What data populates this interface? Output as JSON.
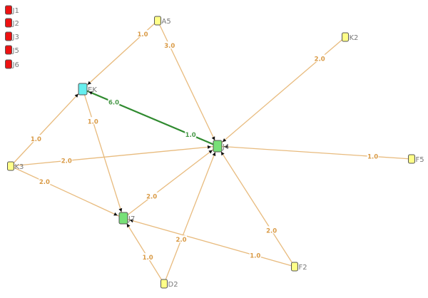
{
  "colors": {
    "edge": "#e8bb7e",
    "edge_label": "#d99a45",
    "strong_edge": "#2f8a2f",
    "strong_label": "#4a9a4a",
    "node_border": "#555555"
  },
  "nodes": [
    {
      "id": "J1",
      "fill": "#ee1111"
    },
    {
      "id": "J2",
      "fill": "#ee1111"
    },
    {
      "id": "J3",
      "fill": "#ee1111"
    },
    {
      "id": "J5",
      "fill": "#ee1111"
    },
    {
      "id": "J6",
      "fill": "#ee1111"
    },
    {
      "id": "A5",
      "fill": "#ffff88"
    },
    {
      "id": "EK",
      "fill": "#66eeee"
    },
    {
      "id": "J4",
      "fill": "#77e077"
    },
    {
      "id": "K2",
      "fill": "#ffff88"
    },
    {
      "id": "F5",
      "fill": "#ffff88"
    },
    {
      "id": "K3",
      "fill": "#ffff88"
    },
    {
      "id": "J7",
      "fill": "#77e077"
    },
    {
      "id": "D2",
      "fill": "#ffff88"
    },
    {
      "id": "F2",
      "fill": "#ffff88"
    }
  ],
  "edges": [
    {
      "from": "A5",
      "to": "EK",
      "labels": [
        "1.0"
      ],
      "strong": false
    },
    {
      "from": "A5",
      "to": "J4",
      "labels": [
        "3.0"
      ],
      "strong": false
    },
    {
      "from": "J4",
      "to": "EK",
      "labels": [
        "6.0",
        "1.0"
      ],
      "strong": true
    },
    {
      "from": "EK",
      "to": "J7",
      "labels": [
        "1.0"
      ],
      "strong": false
    },
    {
      "from": "K3",
      "to": "EK",
      "labels": [
        "1.0"
      ],
      "strong": false
    },
    {
      "from": "K3",
      "to": "J4",
      "labels": [
        "2.0"
      ],
      "strong": false
    },
    {
      "from": "K3",
      "to": "J7",
      "labels": [
        "2.0"
      ],
      "strong": false
    },
    {
      "from": "K2",
      "to": "J4",
      "labels": [
        "2.0"
      ],
      "strong": false
    },
    {
      "from": "F5",
      "to": "J4",
      "labels": [
        "1.0"
      ],
      "strong": false
    },
    {
      "from": "J7",
      "to": "J4",
      "labels": [
        "2.0"
      ],
      "strong": false
    },
    {
      "from": "D2",
      "to": "J7",
      "labels": [
        "1.0"
      ],
      "strong": false
    },
    {
      "from": "D2",
      "to": "J4",
      "labels": [
        "2.0"
      ],
      "strong": false
    },
    {
      "from": "F2",
      "to": "J4",
      "labels": [
        "2.0"
      ],
      "strong": false
    },
    {
      "from": "F2",
      "to": "J7",
      "labels": [
        "1.0"
      ],
      "strong": false
    }
  ]
}
